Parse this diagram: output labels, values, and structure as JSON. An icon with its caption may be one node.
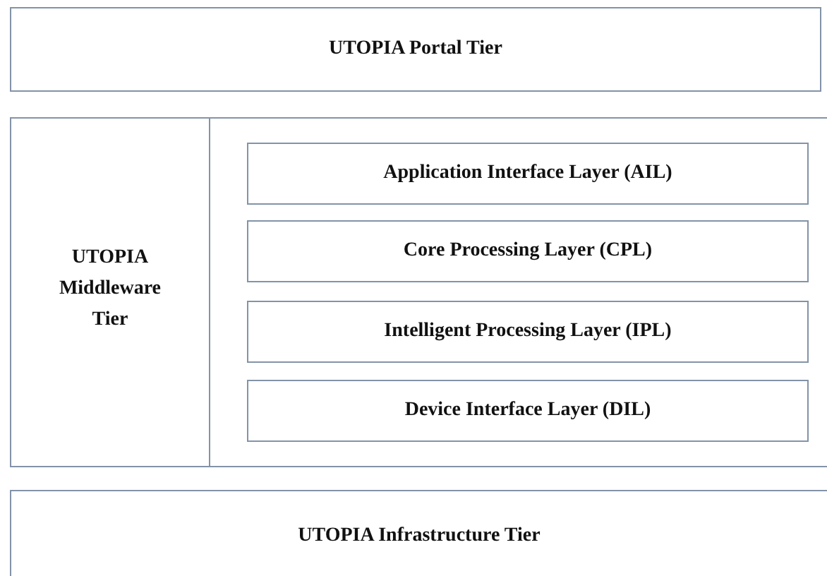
{
  "diagram": {
    "nodes": [
      {
        "text": [
          "UTOPIA Portal Tier"
        ]
      },
      {
        "text": [
          "UTOPIA Middleware Tier"
        ]
      },
      {
        "text": [
          "Application Interface Layer (AIL)"
        ],
        "in": 1
      },
      {
        "text": [
          "Core Processing Layer (CPL)"
        ],
        "in": 1
      },
      {
        "text": [
          "Intelligent Processing Layer (IPL)"
        ],
        "in": 1
      },
      {
        "text": [
          "Device Interface Layer (DIL)"
        ],
        "in": 1
      },
      {
        "text": [
          "UTOPIA Infrastructure Tier"
        ]
      }
    ]
  }
}
